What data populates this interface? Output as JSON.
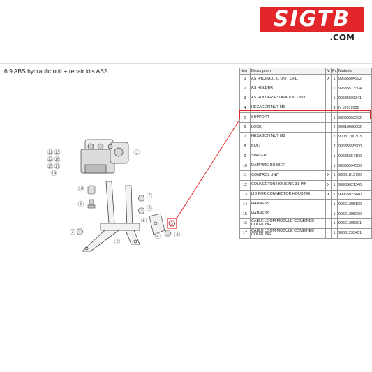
{
  "brand": {
    "logo_text": "SIGTB",
    "domain_suffix": ".COM",
    "accent": "#e3262a"
  },
  "section": {
    "title": "6.9  ABS hydraulic unit + repair kits ABS"
  },
  "table": {
    "headers": {
      "num": "Item",
      "description": "Description",
      "m": "M",
      "pc": "Pc.",
      "material": "Material"
    },
    "rows": [
      {
        "num": "1",
        "description": "AS HYDRAULIC UNIT CPL.",
        "m": "X",
        "pc": "1",
        "material": "99635504992"
      },
      {
        "num": "2",
        "description": "AS HOLDER",
        "m": "",
        "pc": "1",
        "material": "99635513304"
      },
      {
        "num": "3",
        "description": "AS HOLDER HYDRAULIC UNIT",
        "m": "",
        "pc": "1",
        "material": "99635503341"
      },
      {
        "num": "4",
        "description": "HEXAGON NUT M6",
        "m": "",
        "pc": "3",
        "material": "N 10737001"
      },
      {
        "num": "5",
        "description": "SUPPORT",
        "m": "",
        "pc": "1",
        "material": "99635553502"
      },
      {
        "num": "6",
        "description": "LOCK",
        "m": "",
        "pc": "2",
        "material": "99916608002"
      },
      {
        "num": "7",
        "description": "HEXAGON NUT M8",
        "m": "",
        "pc": "2",
        "material": "90037700303"
      },
      {
        "num": "8",
        "description": "BOLT",
        "m": "",
        "pc": "2",
        "material": "99635555900"
      },
      {
        "num": "9",
        "description": "SPACER",
        "m": "",
        "pc": "1",
        "material": "99635554100"
      },
      {
        "num": "10",
        "description": "DAMPING RUBBER",
        "m": "",
        "pc": "1",
        "material": "99635594500"
      },
      {
        "num": "11",
        "description": "CONTROL UNIT",
        "m": "X",
        "pc": "1",
        "material": "99661813790"
      },
      {
        "num": "12",
        "description": "CONNECTOR HOUSING 31-PIN",
        "m": "X",
        "pc": "1",
        "material": "99965021340"
      },
      {
        "num": "13",
        "description": "LID FOR CONNECTOR HOUSING",
        "m": "X",
        "pc": "1",
        "material": "99965023440"
      },
      {
        "num": "14",
        "description": "HARNESS",
        "m": "",
        "pc": "1",
        "material": "99661295100"
      },
      {
        "num": "15",
        "description": "HARNESS",
        "m": "",
        "pc": "1",
        "material": "99661295200"
      },
      {
        "num": "16",
        "description": "CABLE LOOM MODULE COMBINED COUPLING",
        "m": "",
        "pc": "1",
        "material": "99661295301"
      },
      {
        "num": "17",
        "description": "CABLE LOOM MODULE COMBINED COUPLING",
        "m": "",
        "pc": "1",
        "material": "99661295401"
      }
    ],
    "highlighted_item": "5"
  },
  "diagram": {
    "callouts_left": [
      "11",
      "13",
      "12",
      "16",
      "15",
      "17",
      "14"
    ],
    "callouts": [
      "1",
      "10",
      "9",
      "7",
      "8",
      "6",
      "3",
      "2",
      "4",
      "5",
      "3"
    ]
  }
}
